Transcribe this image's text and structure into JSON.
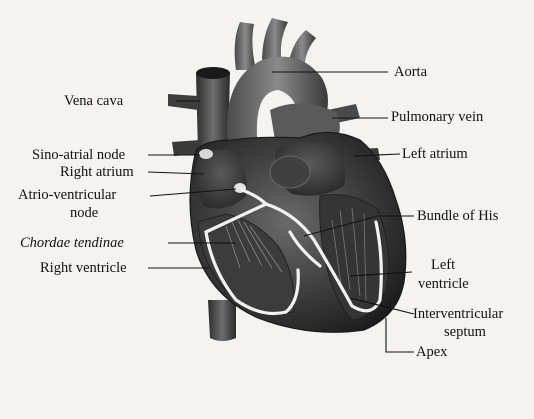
{
  "labels": {
    "aorta": "Aorta",
    "vena_cava": "Vena cava",
    "pulmonary_vein": "Pulmonary vein",
    "sino_atrial_node": "Sino-atrial node",
    "left_atrium": "Left atrium",
    "right_atrium": "Right atrium",
    "atrio_ventricular_1": "Atrio-ventricular",
    "atrio_ventricular_2": "node",
    "bundle_of_his": "Bundle of His",
    "chordae_tendinae": "Chordae tendinae",
    "left_ventricle_1": "Left",
    "left_ventricle_2": "ventricle",
    "right_ventricle": "Right ventricle",
    "interventricular_1": "Interventricular",
    "interventricular_2": "septum",
    "apex": "Apex"
  },
  "colors": {
    "heart_dark": "#2b2b2b",
    "heart_mid": "#555555",
    "heart_light": "#9a9a9a",
    "conduction": "#f2f2f2",
    "leader": "#111111"
  }
}
